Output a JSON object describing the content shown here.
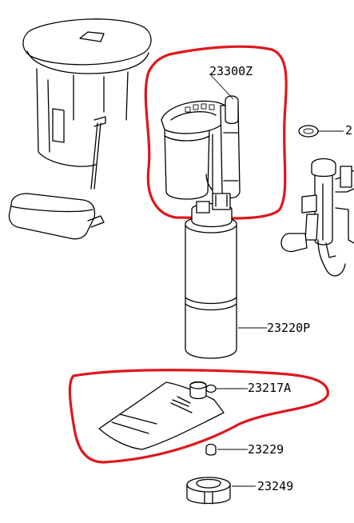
{
  "parts": [
    {
      "number": "23300Z",
      "highlighted": true
    },
    {
      "number": "23220P",
      "highlighted": false
    },
    {
      "number": "23217A",
      "highlighted": true
    },
    {
      "number": "23229",
      "highlighted": false
    },
    {
      "number": "23249",
      "highlighted": false
    },
    {
      "number": "2",
      "highlighted": false
    }
  ],
  "colors": {
    "highlight": "#e0161b",
    "line": "#000000",
    "background": "#ffffff"
  }
}
